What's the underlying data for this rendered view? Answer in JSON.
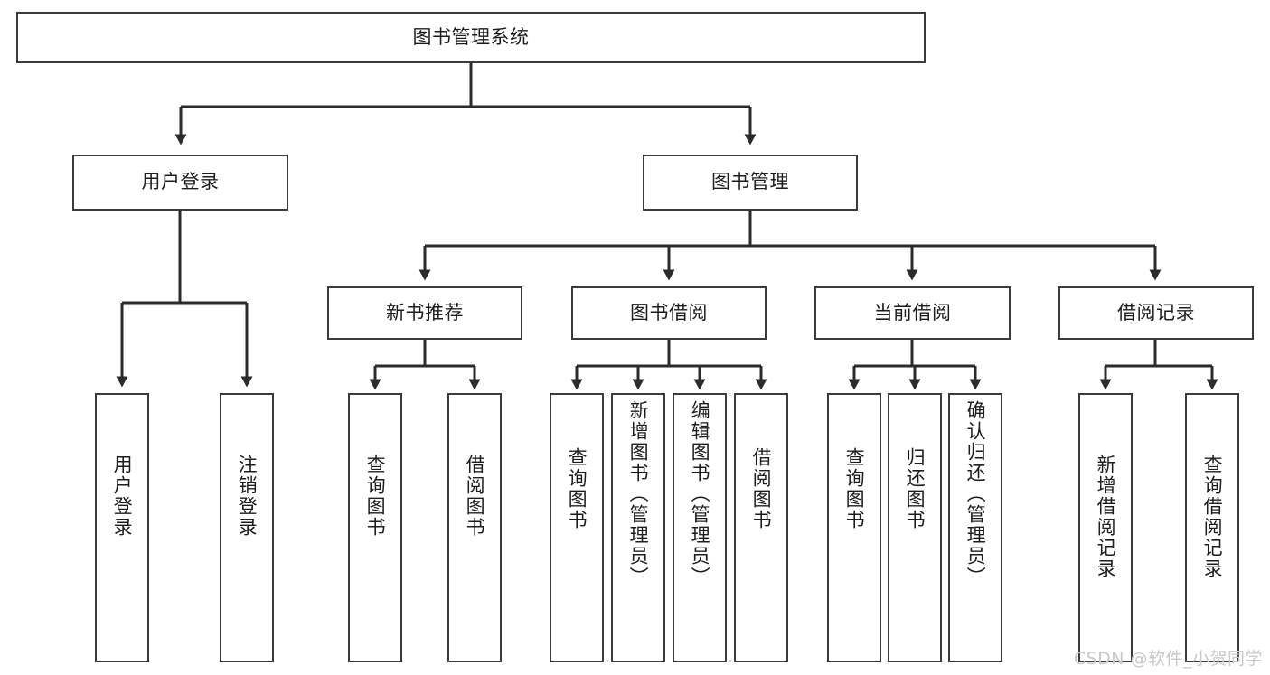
{
  "diagram": {
    "title": "图书管理系统",
    "root": {
      "label": "图书管理系统"
    },
    "level1": [
      {
        "label": "用户登录"
      },
      {
        "label": "图书管理"
      }
    ],
    "level2": [
      {
        "label": "新书推荐"
      },
      {
        "label": "图书借阅"
      },
      {
        "label": "当前借阅"
      },
      {
        "label": "借阅记录"
      }
    ],
    "leaves": {
      "user_login": [
        {
          "label": "用户登录"
        },
        {
          "label": "注销登录"
        }
      ],
      "new_book_recommend": [
        {
          "label": "查询图书"
        },
        {
          "label": "借阅图书"
        }
      ],
      "book_borrow": [
        {
          "label": "查询图书"
        },
        {
          "label": "新增图书（管理员）"
        },
        {
          "label": "编辑图书（管理员）"
        },
        {
          "label": "借阅图书"
        }
      ],
      "current_borrow": [
        {
          "label": "查询图书"
        },
        {
          "label": "归还图书"
        },
        {
          "label": "确认归还（管理员）"
        }
      ],
      "borrow_record": [
        {
          "label": "新增借阅记录"
        },
        {
          "label": "查询借阅记录"
        }
      ]
    }
  },
  "watermark": {
    "text": "CSDN @软件_小贺同学"
  },
  "colors": {
    "border": "#3b3b3b",
    "text": "#1d1d1d",
    "background": "#ffffff",
    "watermark": "#c9c9c9"
  }
}
